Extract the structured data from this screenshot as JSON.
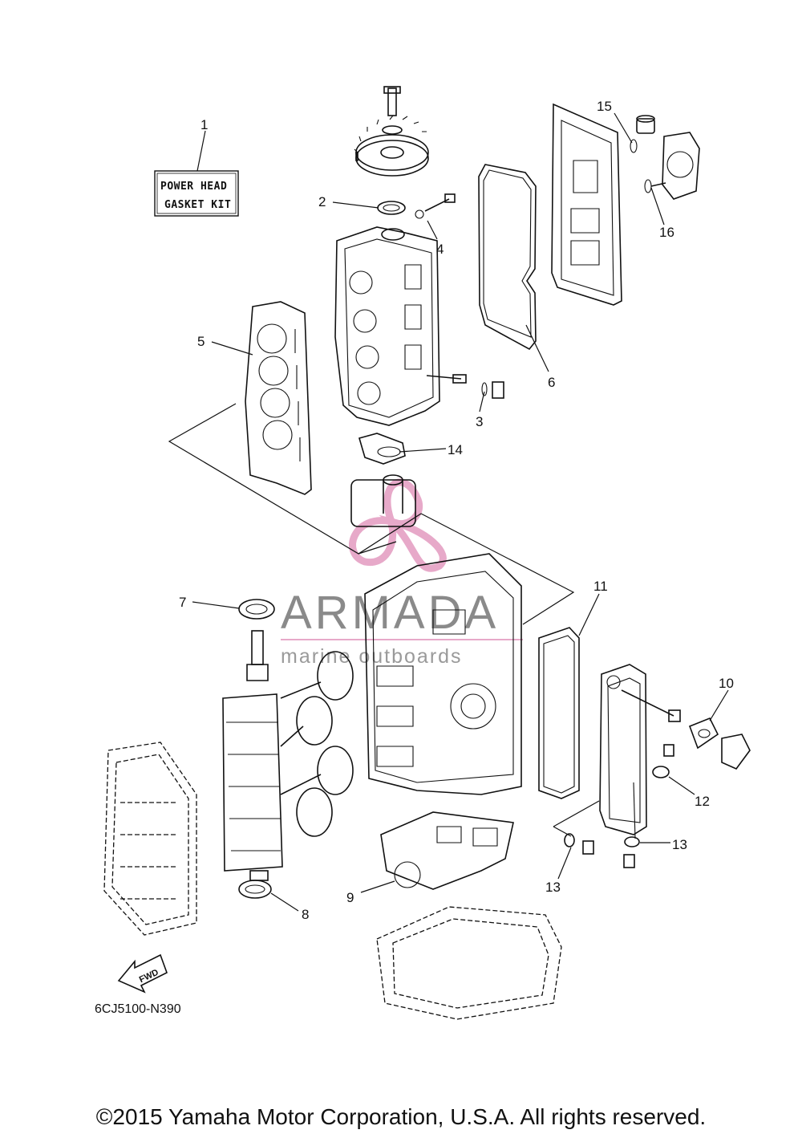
{
  "kit_label": {
    "line1": "POWER HEAD",
    "line2": "GASKET KIT"
  },
  "callouts": {
    "c1": "1",
    "c2": "2",
    "c3": "3",
    "c4": "4",
    "c5": "5",
    "c6": "6",
    "c7": "7",
    "c8": "8",
    "c9": "9",
    "c10": "10",
    "c11": "11",
    "c12": "12",
    "c13a": "13",
    "c13b": "13",
    "c14": "14",
    "c15": "15",
    "c16": "16"
  },
  "fwd_label": "FWD",
  "diagram_code": "6CJ5100-N390",
  "watermark": {
    "title": "ARMADA",
    "subtitle": "marine outboards",
    "accent_color": "#e7a9c9"
  },
  "copyright": "©2015 Yamaha Motor Corporation, U.S.A. All rights reserved."
}
